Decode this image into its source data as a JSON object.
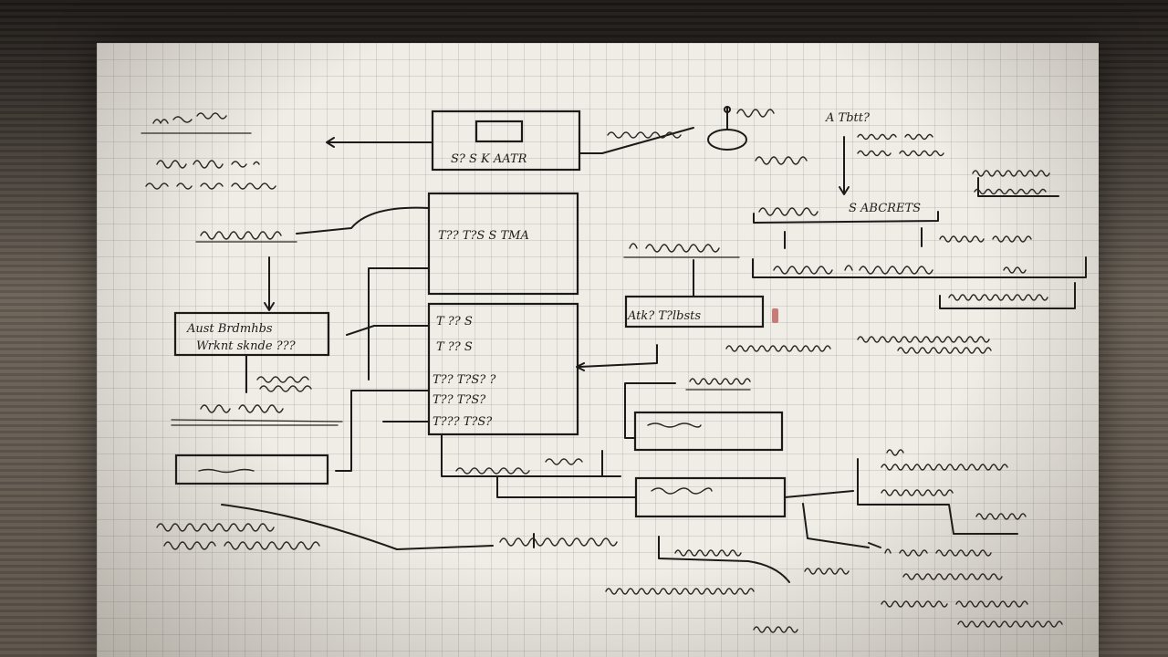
{
  "diagram": {
    "paper_color": "#efede6",
    "ink_color": "#1c1a18",
    "labels": {
      "box_top_label": "S? S K AATR",
      "box_mid_label": "T?? T?S S TMA",
      "box_main_lines": [
        "T ?? S",
        "T ?? S",
        "T?? T?S? ?",
        "T?? T?S?",
        "T??? T?S?"
      ],
      "left_box1_line1": "Aust Brdmhbs",
      "left_box1_line2": "Wrknt sknde ???",
      "right_label_tl": "Atk? T?lbsts",
      "header_right": "A Tbtt?",
      "abbr_label": "S ABCRETS"
    }
  }
}
